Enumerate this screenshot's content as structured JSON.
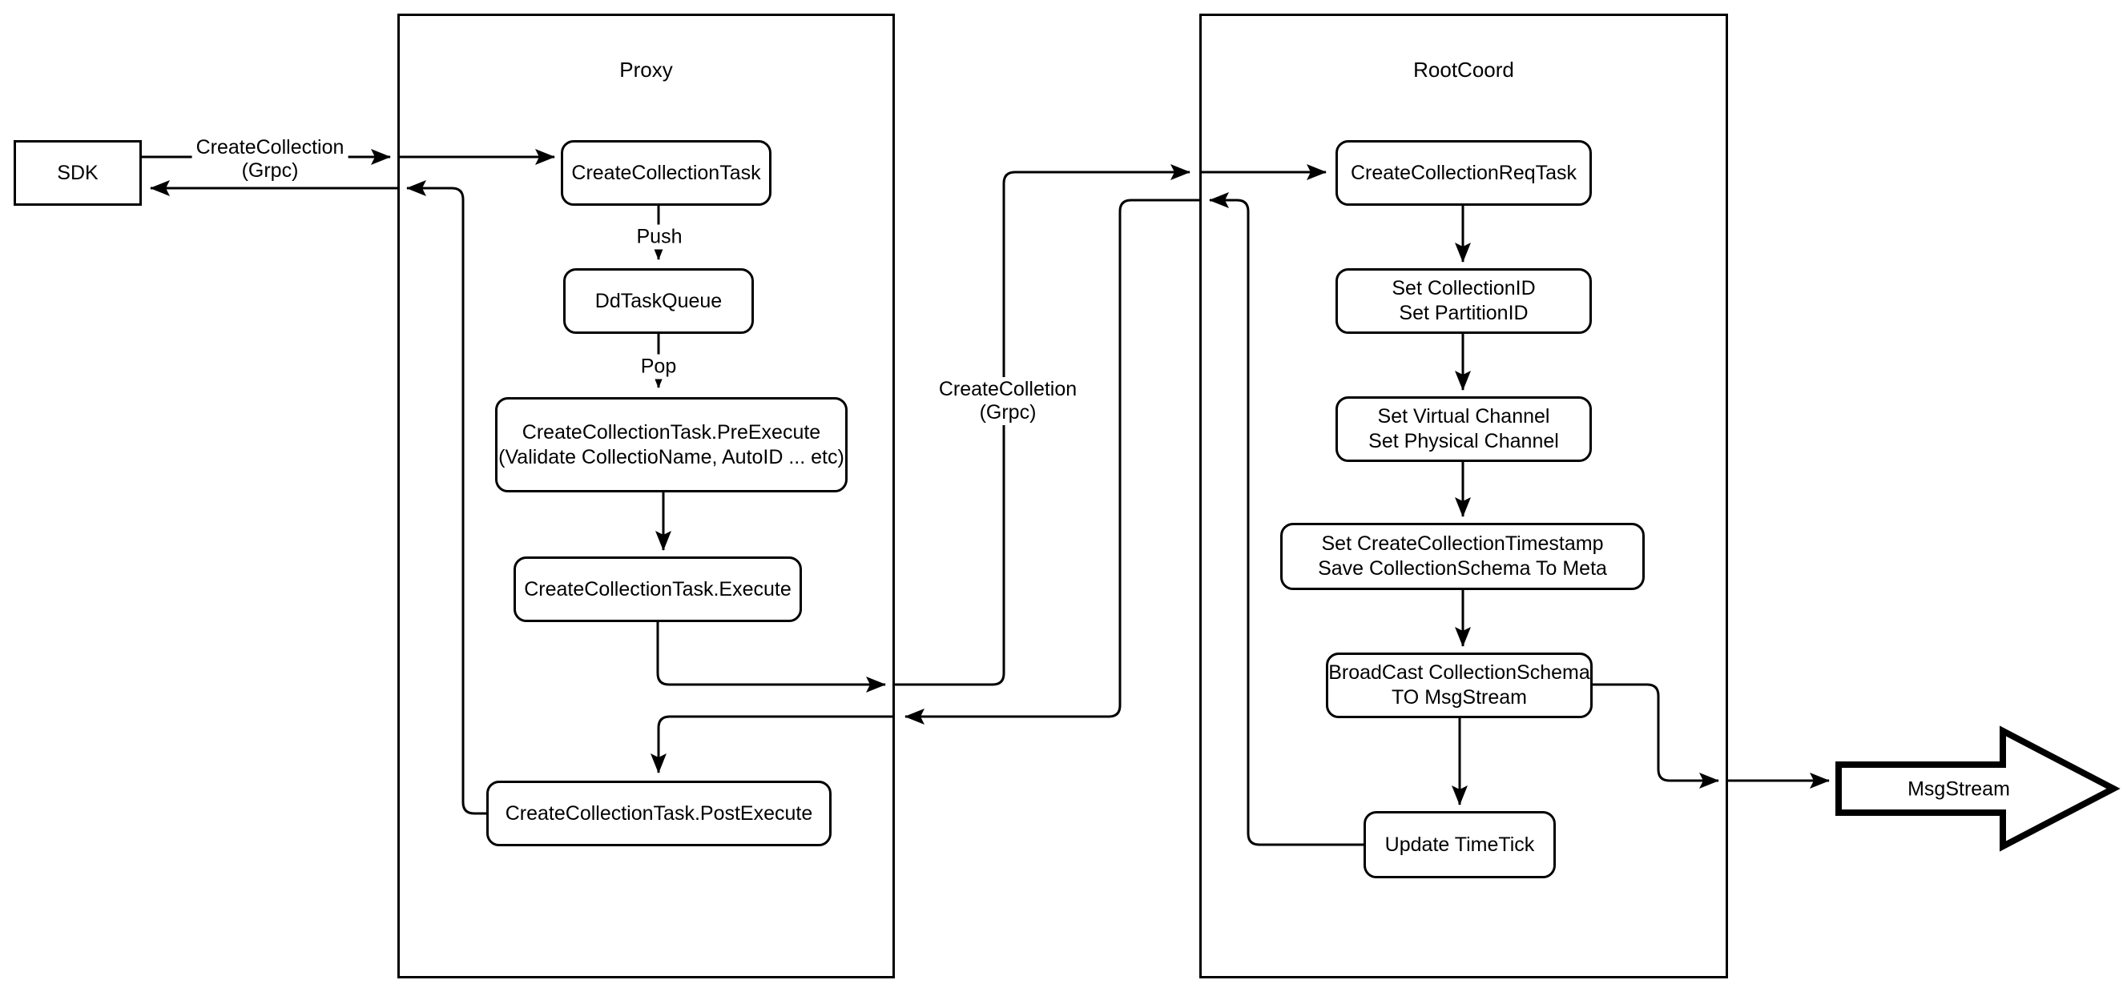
{
  "colors": {
    "stroke": "#000000",
    "background": "#ffffff"
  },
  "containers": {
    "proxy": {
      "title": "Proxy"
    },
    "rootcoord": {
      "title": "RootCoord"
    }
  },
  "nodes": {
    "sdk": {
      "label": "SDK"
    },
    "create_collection_task": {
      "label": "CreateCollectionTask"
    },
    "dd_task_queue": {
      "label": "DdTaskQueue"
    },
    "pre_execute": {
      "line1": "CreateCollectionTask.PreExecute",
      "line2": "(Validate CollectioName, AutoID ... etc)"
    },
    "execute": {
      "label": "CreateCollectionTask.Execute"
    },
    "post_execute": {
      "label": "CreateCollectionTask.PostExecute"
    },
    "req_task": {
      "label": "CreateCollectionReqTask"
    },
    "set_ids": {
      "line1": "Set CollectionID",
      "line2": "Set PartitionID"
    },
    "set_channels": {
      "line1": "Set Virtual Channel",
      "line2": "Set Physical Channel"
    },
    "set_timestamp": {
      "line1": "Set CreateCollectionTimestamp",
      "line2": "Save CollectionSchema To Meta"
    },
    "broadcast": {
      "line1": "BroadCast CollectionSchema",
      "line2": "TO MsgStream"
    },
    "update_timetick": {
      "label": "Update TimeTick"
    },
    "msgstream": {
      "label": "MsgStream"
    }
  },
  "edge_labels": {
    "sdk_grpc": {
      "line1": "CreateCollection",
      "line2": "(Grpc)"
    },
    "push": "Push",
    "pop": "Pop",
    "mid_grpc": {
      "line1": "CreateColletion",
      "line2": "(Grpc)"
    }
  }
}
